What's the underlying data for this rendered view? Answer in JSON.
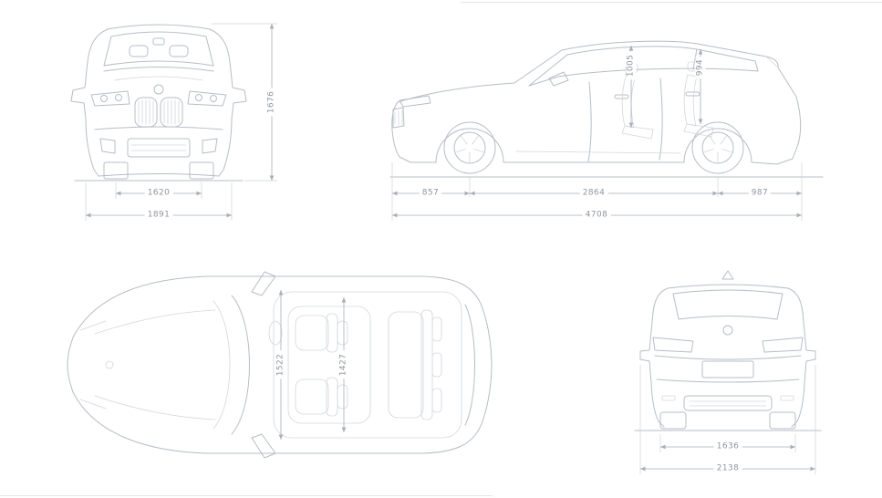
{
  "colors": {
    "line": "#b7bdc6",
    "line_light": "#d2d6dc",
    "dimension_line": "#a9afb8",
    "extension_line": "#cdd2d8",
    "label": "#8f959e",
    "background": "#ffffff"
  },
  "views": {
    "front": {
      "dims": {
        "track": "1620",
        "width": "1891",
        "height": "1676"
      }
    },
    "side": {
      "dims": {
        "front_overhang": "857",
        "wheelbase": "2864",
        "rear_overhang": "987",
        "length": "4708",
        "front_headroom": "1005",
        "rear_headroom": "994"
      }
    },
    "top": {
      "dims": {
        "front_interior_width": "1522",
        "rear_interior_width": "1427"
      }
    },
    "rear": {
      "dims": {
        "track": "1636",
        "width_incl_mirrors": "2138"
      }
    }
  }
}
